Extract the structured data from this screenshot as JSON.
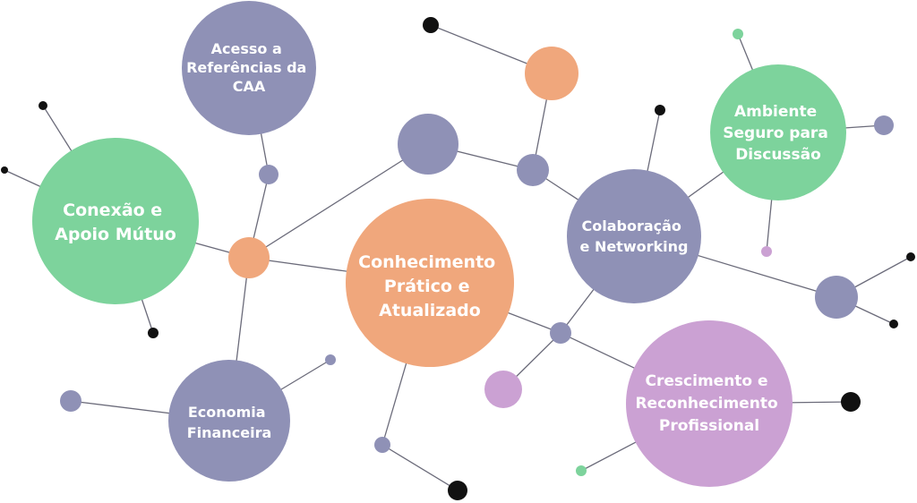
{
  "colors": {
    "green": "#7dd39c",
    "purple": "#8f91b6",
    "orange": "#f0a77c",
    "lilac": "#cba1d3",
    "dark": "#111111",
    "line": "#6b6b7a"
  },
  "topics": [
    {
      "id": "acesso",
      "lines": [
        "Acesso a",
        "Referências da",
        "CAA"
      ],
      "color": "purple"
    },
    {
      "id": "conexao",
      "lines": [
        "Conexão e",
        "Apoio Mútuo"
      ],
      "color": "green"
    },
    {
      "id": "conhecimento",
      "lines": [
        "Conhecimento",
        "Prático e",
        "Atualizado"
      ],
      "color": "orange"
    },
    {
      "id": "colaboracao",
      "lines": [
        "Colaboração",
        "e Networking"
      ],
      "color": "purple"
    },
    {
      "id": "ambiente",
      "lines": [
        "Ambiente",
        "Seguro para",
        "Discussão"
      ],
      "color": "green"
    },
    {
      "id": "economia",
      "lines": [
        "Economia",
        "Financeira"
      ],
      "color": "purple"
    },
    {
      "id": "crescimento",
      "lines": [
        "Crescimento e",
        "Reconhecimento",
        "Profissional"
      ],
      "color": "lilac"
    }
  ]
}
